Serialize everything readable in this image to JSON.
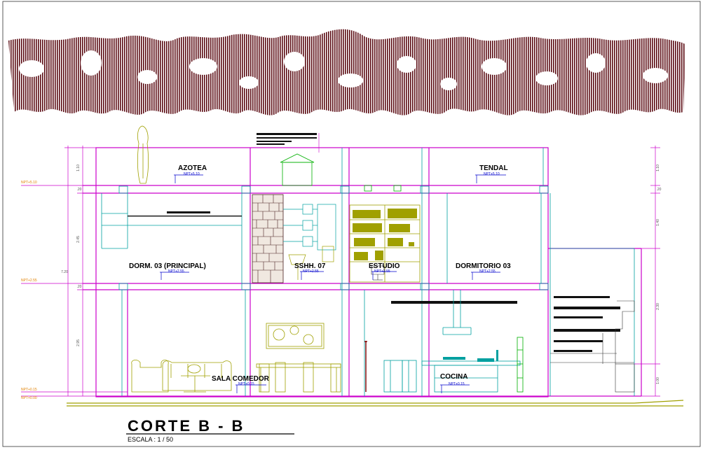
{
  "drawing": {
    "title": "CORTE  B - B",
    "scale": "ESCALA : 1 / 50"
  },
  "rooms": {
    "azotea": "AZOTEA",
    "tendal": "TENDAL",
    "dorm03_principal": "DORM. 03 (PRINCIPAL)",
    "sshh": "SSHH. 07",
    "estudio": "ESTUDIO",
    "dormitorio03": "DORMITORIO 03",
    "sala_comedor": "SALA COMEDOR",
    "cocina": "COCINA"
  },
  "levels": {
    "azotea": "NPT+5.10",
    "tendal": "NPT+5.10",
    "dorm": "NPT+2.55",
    "sshh": "NPT+2.55",
    "estudio": "NPT+2.55",
    "dormitorio": "NPT+2.55",
    "sala": "NPT+0.15",
    "cocina": "NPT+0.15"
  },
  "left_level_marks": [
    "NPT+5.10",
    "NPT+2.55",
    "NPT+0.15",
    "NPT+0.00"
  ],
  "left_dims": [
    "1.10",
    ".20",
    "2.45",
    ".20",
    "2.95",
    "7.20"
  ],
  "right_dims": [
    "1.10",
    ".20",
    "1.40",
    "2.30",
    "1.00"
  ],
  "colors": {
    "foliage": "#5a0a12",
    "structure": "#cc00cc",
    "walls": "#00a0a0",
    "furniture": "#a0a000",
    "level_text": "#0000cc",
    "npt_text": "#e08000"
  }
}
